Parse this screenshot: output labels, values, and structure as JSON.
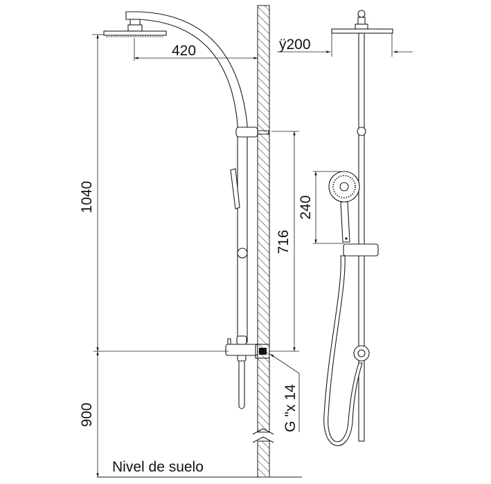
{
  "dimensions": {
    "arm_reach": "420",
    "head_diameter": "ÿ200",
    "head_height_above_valve": "1040",
    "slide_bar_length": "716",
    "handshower_length": "240",
    "valve_height": "900",
    "connection_thread": "G \"x 14"
  },
  "labels": {
    "floor_level": "Nivel de suelo"
  }
}
